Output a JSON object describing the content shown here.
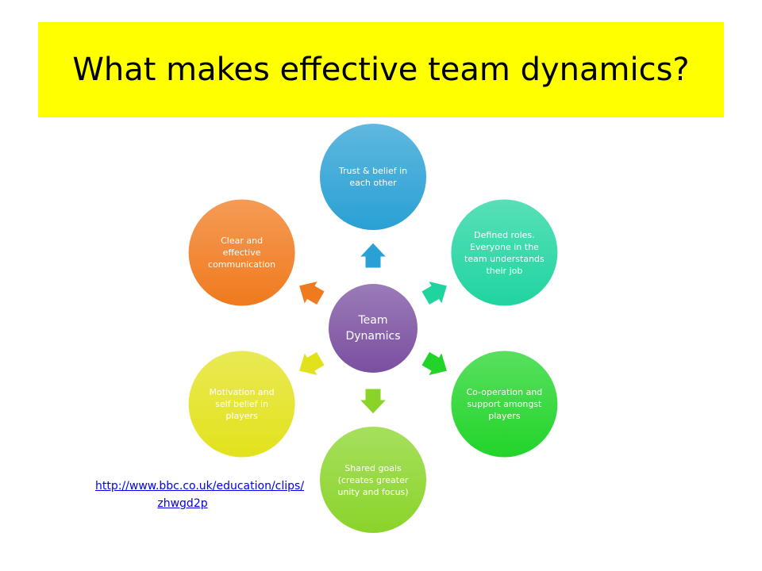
{
  "title": "What makes effective team dynamics?",
  "center": {
    "label": "Team Dynamics",
    "color": "#7a4fa0"
  },
  "nodes": [
    {
      "id": "trust",
      "label": "Trust & belief in each other",
      "color": "#2aa0d4"
    },
    {
      "id": "roles",
      "label": "Defined roles. Everyone in the team understands their job",
      "color": "#20d4a0"
    },
    {
      "id": "cooperation",
      "label": "Co-operation and support amongst players",
      "color": "#22d42a"
    },
    {
      "id": "goals",
      "label": "Shared goals (creates greater unity and focus)",
      "color": "#8ad42a"
    },
    {
      "id": "motivation",
      "label": "Motivation and self belief in players",
      "color": "#e2e21c"
    },
    {
      "id": "communication",
      "label": "Clear and effective communication",
      "color": "#f07a1e"
    }
  ],
  "link": {
    "line1": "http://www.bbc.co.uk/education/clips/",
    "line2": "zhwgd2p"
  }
}
